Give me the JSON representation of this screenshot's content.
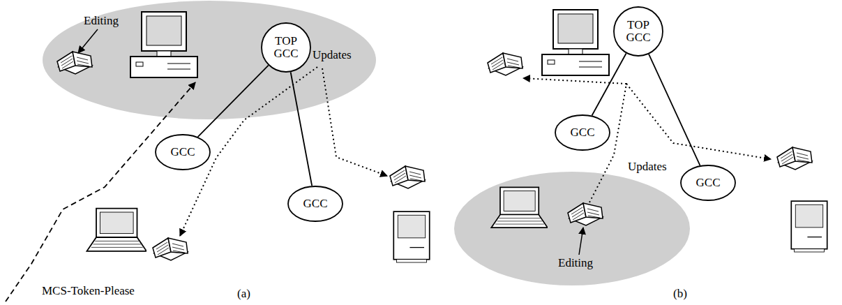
{
  "diagram": {
    "nodes": [
      {
        "text": [
          "Editing"
        ]
      },
      {
        "text": [
          "TOP GCC"
        ],
        "in": 0
      },
      {
        "text": [
          "GCC"
        ]
      },
      {
        "text": [
          "GCC"
        ]
      },
      {
        "text": [
          "TOP GCC"
        ]
      },
      {
        "text": [
          "GCC"
        ]
      },
      {
        "text": [
          "GCC"
        ]
      },
      {
        "text": [
          "Editing"
        ]
      }
    ],
    "edges": [
      {
        "from": 1,
        "to": 2,
        "arrow": "none"
      },
      {
        "from": 1,
        "to": 3,
        "arrow": "none"
      },
      {
        "from": 4,
        "to": 5,
        "arrow": "none"
      },
      {
        "from": 4,
        "to": 6,
        "arrow": "none"
      }
    ],
    "labels": [
      "Updates",
      "MCS-Token-Please",
      "(a)",
      "Updates",
      "(b)"
    ]
  }
}
